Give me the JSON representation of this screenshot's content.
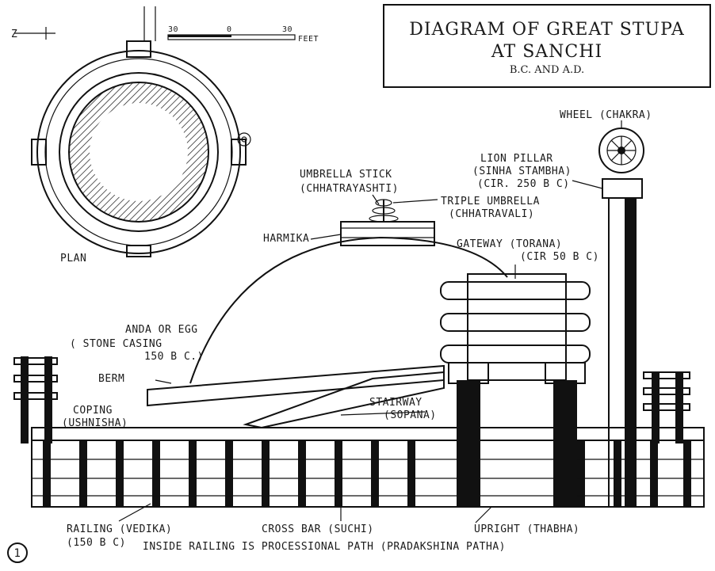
{
  "title": {
    "line1": "DIAGRAM OF GREAT STUPA",
    "line2": "AT SANCHI",
    "line3": "B.C. AND A.D."
  },
  "figure_number": "1",
  "plan": {
    "label": "PLAN",
    "north_marker": "Z",
    "scale": {
      "left": "30",
      "mid": "0",
      "right": "30",
      "unit": "FEET"
    }
  },
  "labels": {
    "wheel": "WHEEL (CHAKRA)",
    "lion_pillar_1": "LION PILLAR",
    "lion_pillar_2": "(SINHA STAMBHA)",
    "lion_pillar_3": "(CIR. 250 B C)",
    "umbrella_stick_1": "UMBRELLA STICK",
    "umbrella_stick_2": "(CHHATRAYASHTI)",
    "triple_umbrella_1": "TRIPLE UMBRELLA",
    "triple_umbrella_2": "(CHHATRAVALI)",
    "harmika": "HARMIKA",
    "gateway_1": "GATEWAY (TORANA)",
    "gateway_2": "(CIR 50 B C)",
    "anda_1": "ANDA OR EGG",
    "anda_2": "( STONE CASING",
    "anda_3": "150 B C.)",
    "berm": "BERM",
    "coping_1": "COPING",
    "coping_2": "(USHNISHA)",
    "stairway_1": "STAIRWAY",
    "stairway_2": "(SOPANA)",
    "railing_1": "RAILING  (VEDIKA)",
    "railing_2": "(150 B C)",
    "cross_bar": "CROSS BAR (SUCHI)",
    "upright": "UPRIGHT  (THABHA)",
    "inside": "INSIDE RAILING IS PROCESSIONAL PATH (PRADAKSHINA PATHA)"
  },
  "colors": {
    "ink": "#111111",
    "paper": "#ffffff"
  }
}
